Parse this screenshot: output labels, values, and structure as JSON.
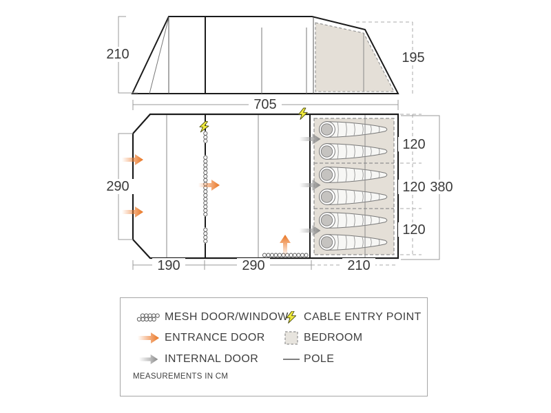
{
  "side_view": {
    "front_height": "210",
    "rear_height": "195"
  },
  "floor_plan": {
    "total_length": "705",
    "front_width": "290",
    "sections": {
      "porch": "190",
      "living": "290",
      "bedroom": "210"
    },
    "bedroom_pods": [
      "120",
      "120",
      "120"
    ],
    "total_width": "380",
    "sleeping_bag_count": 6
  },
  "legend": {
    "items": [
      {
        "icon": "mesh-door-window-icon",
        "label": "MESH DOOR/WINDOW"
      },
      {
        "icon": "entrance-door-icon",
        "label": "ENTRANCE DOOR"
      },
      {
        "icon": "internal-door-icon",
        "label": "INTERNAL DOOR"
      },
      {
        "icon": "cable-entry-point-icon",
        "label": "CABLE ENTRY POINT"
      },
      {
        "icon": "bedroom-icon",
        "label": "BEDROOM"
      },
      {
        "icon": "pole-icon",
        "label": "POLE"
      }
    ],
    "note": "MEASUREMENTS IN CM"
  },
  "colors": {
    "entrance_door": "#ED7D31",
    "internal_door": "#8C8C8C",
    "cable_entry": "#F0EA3D",
    "bedroom_fill": "#E4DFD7",
    "outline": "#1B1B1B"
  }
}
